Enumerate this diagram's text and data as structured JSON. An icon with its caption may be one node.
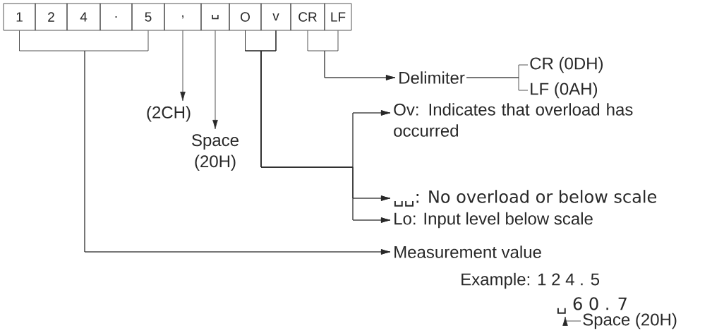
{
  "diagram": {
    "nodes": [
      {
        "text": [
          "1"
        ]
      },
      {
        "text": [
          "2"
        ]
      },
      {
        "text": [
          "4"
        ]
      },
      {
        "text": [
          "."
        ]
      },
      {
        "text": [
          "5"
        ]
      },
      {
        "text": [
          ","
        ]
      },
      {
        "text": [
          "␣"
        ]
      },
      {
        "text": [
          "O"
        ]
      },
      {
        "text": [
          "v"
        ]
      },
      {
        "text": [
          "CR"
        ]
      },
      {
        "text": [
          "LF"
        ]
      },
      {
        "text": [
          "Delimiter"
        ]
      },
      {
        "text": [
          "CR (0DH)"
        ]
      },
      {
        "text": [
          "LF (0AH)"
        ]
      },
      {
        "text": [
          "(2CH)"
        ]
      },
      {
        "text": [
          "Space (20H)"
        ]
      },
      {
        "text": [
          "Ov: Indicates that overload has occurred"
        ]
      },
      {
        "text": [
          "␣␣: No overload or below scale"
        ]
      },
      {
        "text": [
          "Lo:  Input level below scale"
        ]
      },
      {
        "text": [
          "Measurement value"
        ]
      },
      {
        "text": [
          "␣ 6 0 . 7"
        ]
      },
      {
        "text": [
          "Space (20H)"
        ]
      }
    ],
    "edges": [
      {
        "from": 0,
        "to": 19,
        "arrow": "to"
      },
      {
        "from": 4,
        "to": 19,
        "arrow": "to"
      },
      {
        "from": 5,
        "to": 14,
        "arrow": "to"
      },
      {
        "from": 6,
        "to": 15,
        "arrow": "to"
      },
      {
        "from": 7,
        "to": 16,
        "arrow": "to"
      },
      {
        "from": 7,
        "to": 17,
        "arrow": "to"
      },
      {
        "from": 7,
        "to": 18,
        "arrow": "to"
      },
      {
        "from": 8,
        "to": 16,
        "arrow": "to"
      },
      {
        "from": 8,
        "to": 17,
        "arrow": "to"
      },
      {
        "from": 8,
        "to": 18,
        "arrow": "to"
      },
      {
        "from": 9,
        "to": 11,
        "arrow": "to"
      },
      {
        "from": 10,
        "to": 11,
        "arrow": "to"
      },
      {
        "from": 11,
        "to": 12,
        "arrow": "none"
      },
      {
        "from": 11,
        "to": 13,
        "arrow": "none"
      },
      {
        "from": 21,
        "to": 20,
        "arrow": "to"
      }
    ],
    "labels": [
      "Example: 1 2 4 . 5"
    ]
  }
}
